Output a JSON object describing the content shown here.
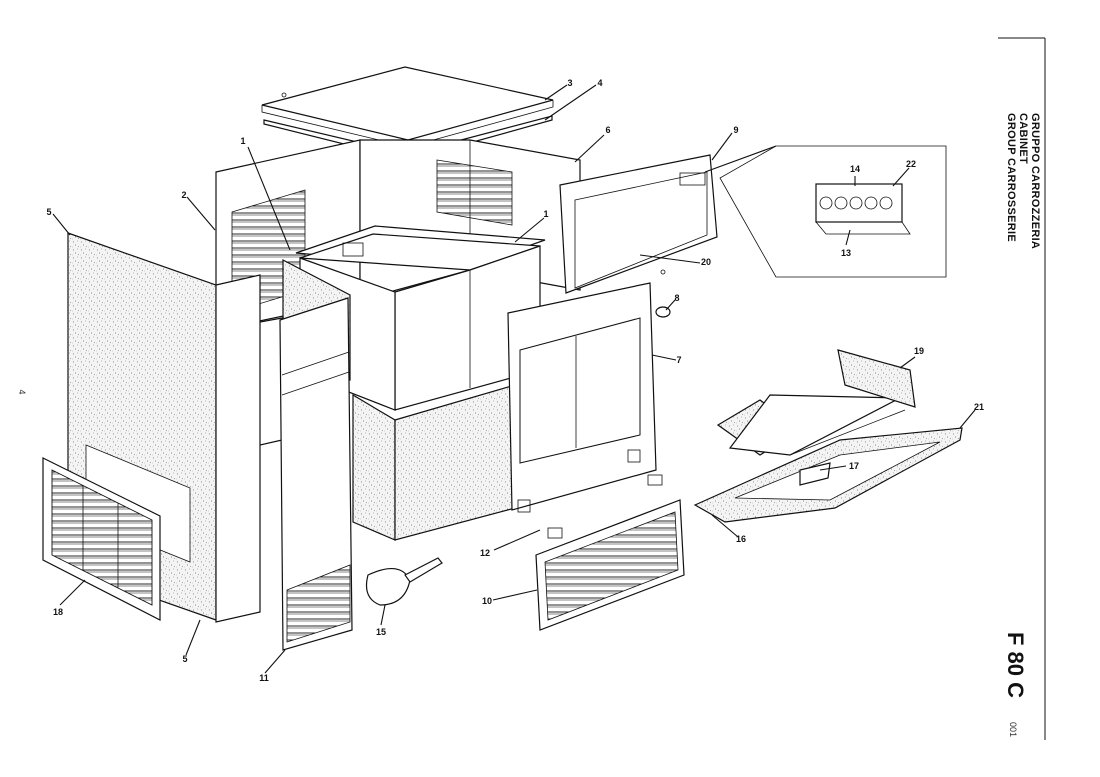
{
  "page_number": "4",
  "title_block": {
    "lines": [
      "GRUPPO CARROZZERIA",
      "CABINET",
      "GROUP CARROSSERIE"
    ],
    "model": "F 80 C",
    "code": "001"
  },
  "callouts": {
    "c1a": "1",
    "c1b": "1",
    "c2": "2",
    "c3": "3",
    "c4": "4",
    "c5a": "5",
    "c5b": "5",
    "c6": "6",
    "c7": "7",
    "c8": "8",
    "c9": "9",
    "c10": "10",
    "c11": "11",
    "c12": "12",
    "c13": "13",
    "c14": "14",
    "c15": "15",
    "c16": "16",
    "c17": "17",
    "c18": "18",
    "c19": "19",
    "c20": "20",
    "c21": "21",
    "c22": "22"
  }
}
